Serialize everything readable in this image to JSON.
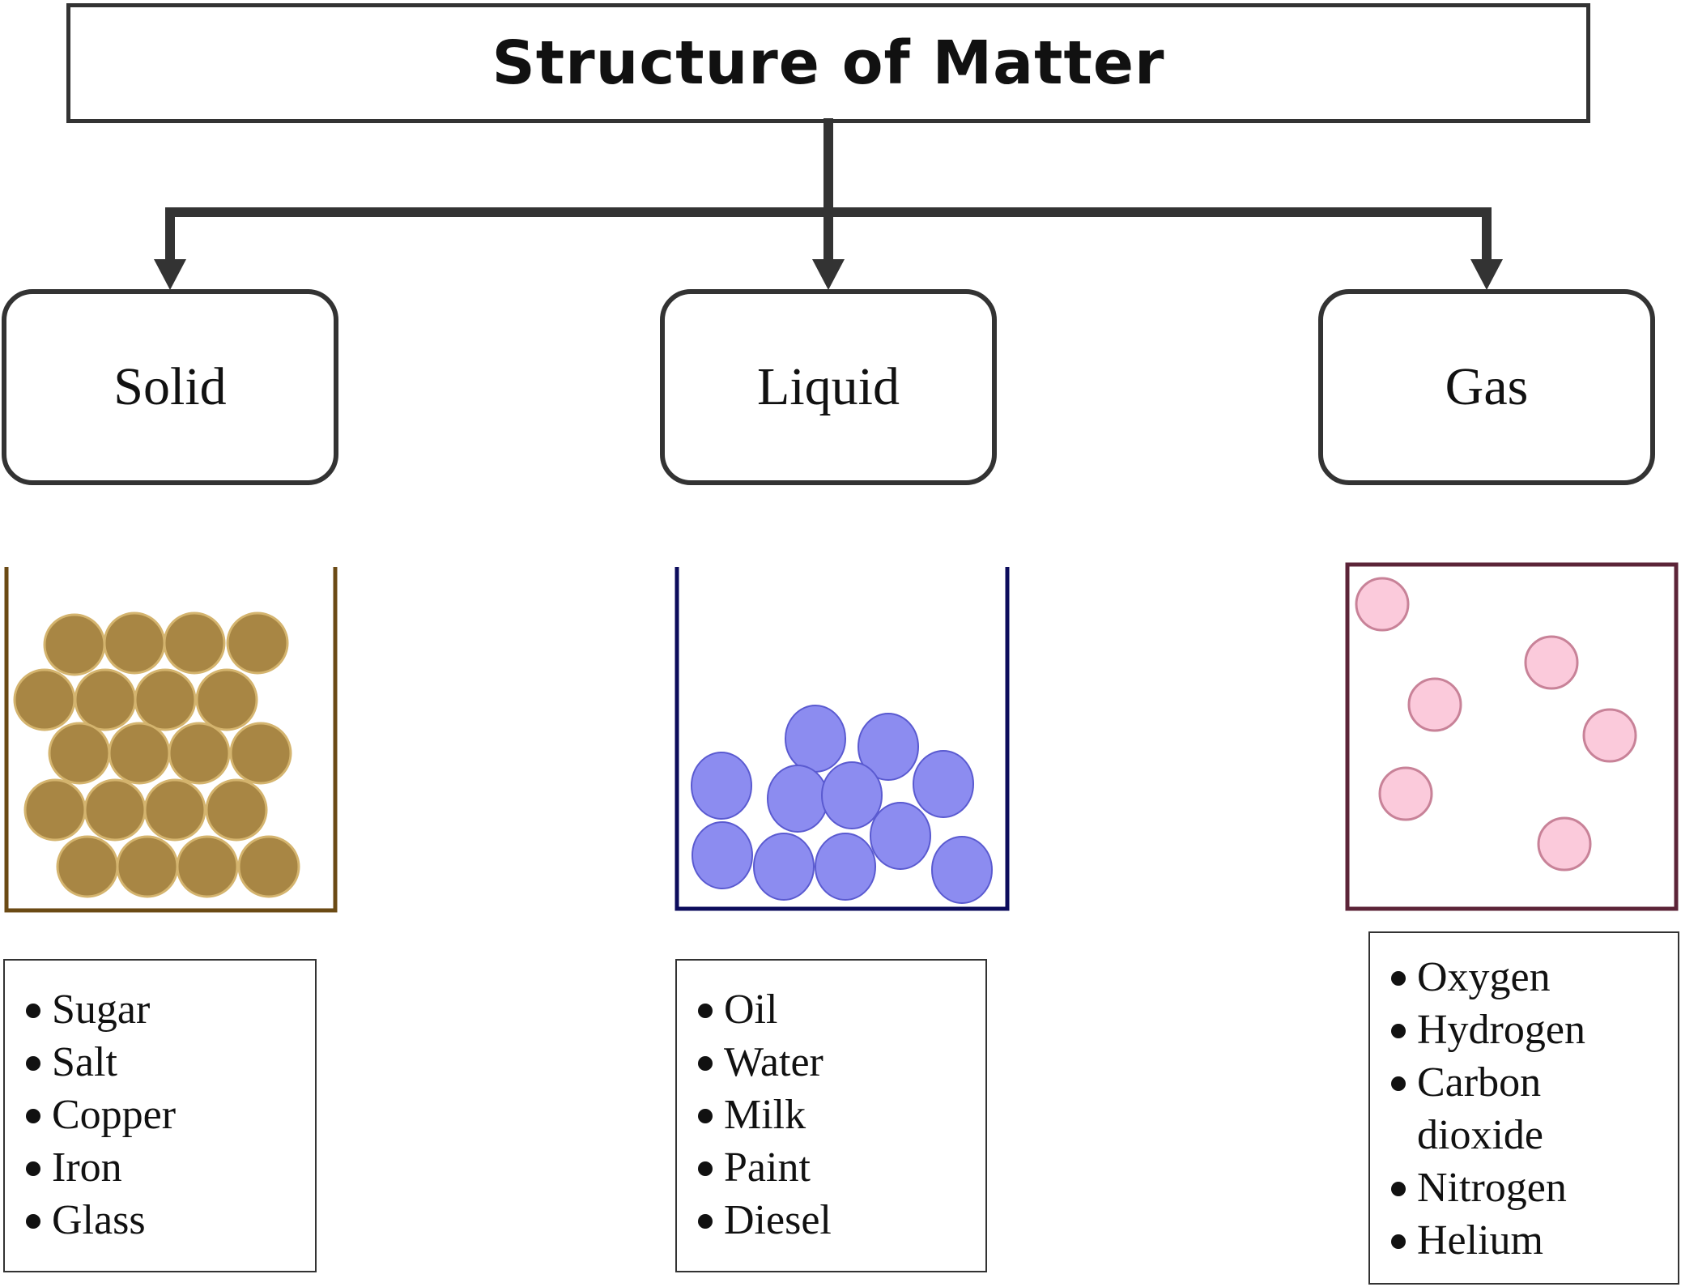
{
  "diagram": {
    "title": "Structure of Matter",
    "states": [
      {
        "id": "solid",
        "label": "Solid",
        "examples": [
          "Sugar",
          "Salt",
          "Copper",
          "Iron",
          "Glass"
        ],
        "particle_color": "#a88644",
        "particle_edge": "#d4b46e",
        "container_color": "#6b4a14"
      },
      {
        "id": "liquid",
        "label": "Liquid",
        "examples": [
          "Oil",
          "Water",
          "Milk",
          "Paint",
          "Diesel"
        ],
        "particle_color": "#8c8cf0",
        "particle_edge": "#5a5ad0",
        "container_color": "#0c0c5c"
      },
      {
        "id": "gas",
        "label": "Gas",
        "examples": [
          "Oxygen",
          "Hydrogen",
          "Carbon dioxide",
          "Nitrogen",
          "Helium"
        ],
        "particle_color": "#fbcadb",
        "particle_edge": "#c88298",
        "container_color": "#5c2438"
      }
    ]
  }
}
